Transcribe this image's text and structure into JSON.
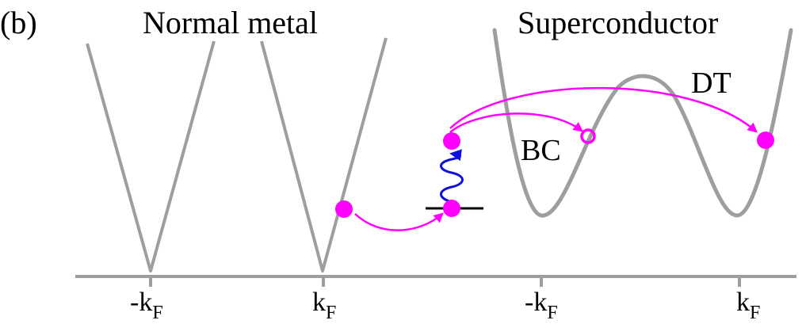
{
  "panel_label": "(b)",
  "regions": {
    "normal_metal": "Normal metal",
    "superconductor": "Superconductor"
  },
  "process_labels": {
    "bc": "BC",
    "dt": "DT"
  },
  "ticks": {
    "nm_left": {
      "prefix": "-k",
      "sub": "F"
    },
    "nm_right": {
      "prefix": "k",
      "sub": "F"
    },
    "sc_left": {
      "prefix": "-k",
      "sub": "F"
    },
    "sc_right": {
      "prefix": "k",
      "sub": "F"
    }
  },
  "colors": {
    "band": "#9e9e9e",
    "axis": "#9e9e9e",
    "particle": "#ff00ff",
    "arrow": "#ff00ff",
    "photon": "#1010dd",
    "level": "#000000",
    "text": "#000000"
  }
}
